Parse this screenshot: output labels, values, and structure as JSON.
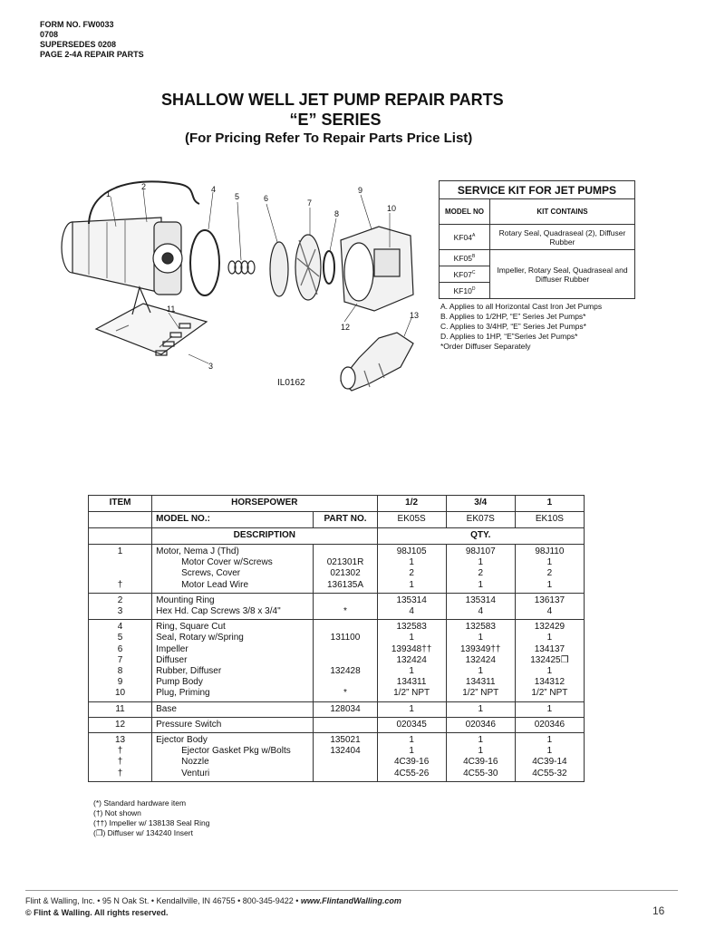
{
  "form_header": [
    "FORM NO. FW0033",
    "0708",
    "SUPERSEDES 0208",
    "PAGE 2-4A REPAIR PARTS"
  ],
  "title": {
    "line1": "SHALLOW WELL JET PUMP REPAIR PARTS",
    "line2": "“E” SERIES",
    "line3": "(For Pricing Refer To Repair Parts Price List)"
  },
  "diagram": {
    "callouts": [
      "1",
      "2",
      "4",
      "5",
      "6",
      "7",
      "8",
      "9",
      "10",
      "11",
      "12",
      "13",
      "3"
    ],
    "figure_id": "IL0162"
  },
  "service_kit": {
    "title": "SERVICE KIT FOR JET PUMPS",
    "col_model": "MODEL NO",
    "col_contains": "KIT CONTAINS",
    "rows": [
      {
        "model": "KF04",
        "sup": "A",
        "contains": "Rotary Seal, Quadraseal (2), Diffuser Rubber"
      },
      {
        "model": "KF05",
        "sup": "B",
        "contains": "Impeller, Rotary Seal, Quadraseal and Diffuser Rubber"
      },
      {
        "model": "KF07",
        "sup": "C"
      },
      {
        "model": "KF10",
        "sup": "D"
      }
    ],
    "notes": [
      "A.  Applies to all Horizontal Cast Iron Jet Pumps",
      "B.  Applies to 1/2HP, “E” Series Jet Pumps*",
      "C.  Applies to 3/4HP, “E” Series Jet Pumps*",
      "D.  Applies to 1HP, “E”Series Jet Pumps*",
      "*Order Diffuser Separately"
    ]
  },
  "parts_table": {
    "h_item": "ITEM",
    "h_horsepower": "HORSEPOWER",
    "h_hp": [
      "1/2",
      "3/4",
      "1"
    ],
    "h_model_no": "MODEL NO.:",
    "h_part_no": "PART NO.",
    "h_models": [
      "EK05S",
      "EK07S",
      "EK10S"
    ],
    "h_description": "DESCRIPTION",
    "h_qty": "QTY.",
    "groups": [
      [
        {
          "item": "1",
          "desc": "Motor, Nema J (Thd)",
          "indent": false,
          "part": "",
          "q": [
            "98J105",
            "98J107",
            "98J110"
          ]
        },
        {
          "item": "",
          "desc": "Motor Cover w/Screws",
          "indent": true,
          "part": "021301R",
          "q": [
            "1",
            "1",
            "1"
          ]
        },
        {
          "item": "",
          "desc": "Screws, Cover",
          "indent": true,
          "part": "021302",
          "q": [
            "2",
            "2",
            "2"
          ]
        },
        {
          "item": "†",
          "desc": "Motor Lead Wire",
          "indent": true,
          "part": "136135A",
          "q": [
            "1",
            "1",
            "1"
          ]
        }
      ],
      [
        {
          "item": "2",
          "desc": "Mounting Ring",
          "indent": false,
          "part": "",
          "q": [
            "135314",
            "135314",
            "136137"
          ]
        },
        {
          "item": "3",
          "desc": "Hex Hd. Cap Screws 3/8 x 3/4\"",
          "indent": false,
          "part": "*",
          "q": [
            "4",
            "4",
            "4"
          ]
        }
      ],
      [
        {
          "item": "4",
          "desc": "Ring, Square Cut",
          "indent": false,
          "part": "",
          "q": [
            "132583",
            "132583",
            "132429"
          ]
        },
        {
          "item": "5",
          "desc": "Seal, Rotary w/Spring",
          "indent": false,
          "part": "131100",
          "q": [
            "1",
            "1",
            "1"
          ]
        },
        {
          "item": "6",
          "desc": "Impeller",
          "indent": false,
          "part": "",
          "q": [
            "139348††",
            "139349††",
            "134137"
          ]
        },
        {
          "item": "7",
          "desc": "Diffuser",
          "indent": false,
          "part": "",
          "q": [
            "132424",
            "132424",
            "132425❒"
          ]
        },
        {
          "item": "8",
          "desc": "Rubber, Diffuser",
          "indent": false,
          "part": "132428",
          "q": [
            "1",
            "1",
            "1"
          ]
        },
        {
          "item": "9",
          "desc": "Pump Body",
          "indent": false,
          "part": "",
          "q": [
            "134311",
            "134311",
            "134312"
          ]
        },
        {
          "item": "10",
          "desc": "Plug, Priming",
          "indent": false,
          "part": "*",
          "q": [
            "1/2” NPT",
            "1/2” NPT",
            "1/2” NPT"
          ]
        }
      ],
      [
        {
          "item": "11",
          "desc": "Base",
          "indent": false,
          "part": "128034",
          "q": [
            "1",
            "1",
            "1"
          ]
        }
      ],
      [
        {
          "item": "12",
          "desc": "Pressure Switch",
          "indent": false,
          "part": "",
          "q": [
            "020345",
            "020346",
            "020346"
          ]
        }
      ],
      [
        {
          "item": "13",
          "desc": "Ejector Body",
          "indent": false,
          "part": "135021",
          "q": [
            "1",
            "1",
            "1"
          ]
        },
        {
          "item": "†",
          "desc": "Ejector Gasket Pkg w/Bolts",
          "indent": true,
          "part": "132404",
          "q": [
            "1",
            "1",
            "1"
          ]
        },
        {
          "item": "†",
          "desc": "Nozzle",
          "indent": true,
          "part": "",
          "q": [
            "4C39-16",
            "4C39-16",
            "4C39-14"
          ]
        },
        {
          "item": "†",
          "desc": "Venturi",
          "indent": true,
          "part": "",
          "q": [
            "4C55-26",
            "4C55-30",
            "4C55-32"
          ]
        }
      ]
    ]
  },
  "legend": [
    "(*)   Standard hardware item",
    "(†)   Not shown",
    "(††) Impeller w/ 138138 Seal Ring",
    "(❒)  Diffuser w/ 134240 Insert"
  ],
  "footer": {
    "line1_text": "Flint & Walling, Inc. • 95 N Oak St. • Kendallville, IN 46755 • 800-345-9422 • ",
    "line1_www": "www.FlintandWalling.com",
    "line2": "© Flint & Walling. All rights reserved.",
    "page": "16"
  }
}
